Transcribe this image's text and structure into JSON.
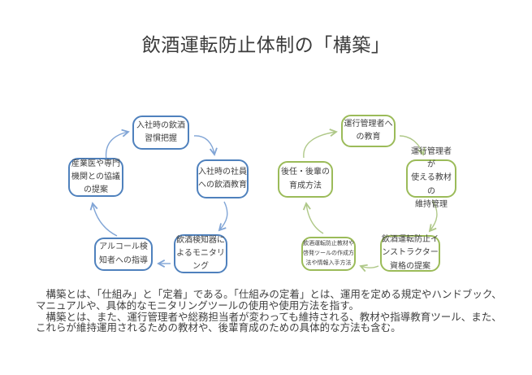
{
  "title": "飲酒運転防止体制の「構築」",
  "left_cycle": {
    "boxes": [
      {
        "label": "入社時の飲酒\n習慣把握"
      },
      {
        "label": "入社時の社員\nへの飲酒教育"
      },
      {
        "label": "飲酒検知器に\nよるモニタリ\nング"
      },
      {
        "label": "アルコール検\n知者への指導"
      },
      {
        "label": "産業医や専門\n機関との協議\nの提案"
      }
    ]
  },
  "right_cycle": {
    "boxes": [
      {
        "label": "運行管理者へ\nの教育"
      },
      {
        "label": "運行管理者が\n使える教材の\n維持管理"
      },
      {
        "label": "飲酒運転防止イ\nンストラクター\n資格の提案"
      },
      {
        "label": "飲酒運転防止教材や\n啓発ツールの作成方\n法や情報入手方法"
      },
      {
        "label": "後任・後輩の\n育成方法"
      }
    ]
  },
  "paragraph": {
    "lines": [
      "　構築とは、「仕組み」と「定着」である。「仕組みの定着」とは、運用を定める規定やハンドブック、",
      "マニュアルや、具体的なモニタリングツールの使用や使用方法を指す。",
      "　構築とは、また、運行管理者や総務担当者が変わっても維持される、教材や指導教育ツール、また、",
      "これらが維持運用されるための教材や、後輩育成のための具体的な方法も含む。"
    ]
  },
  "colors": {
    "blue_border": "#4F81BD",
    "blue_arrow": "#81A5D6",
    "green_border": "#9BBB59",
    "green_arrow": "#AFC888",
    "text": "#404040"
  }
}
